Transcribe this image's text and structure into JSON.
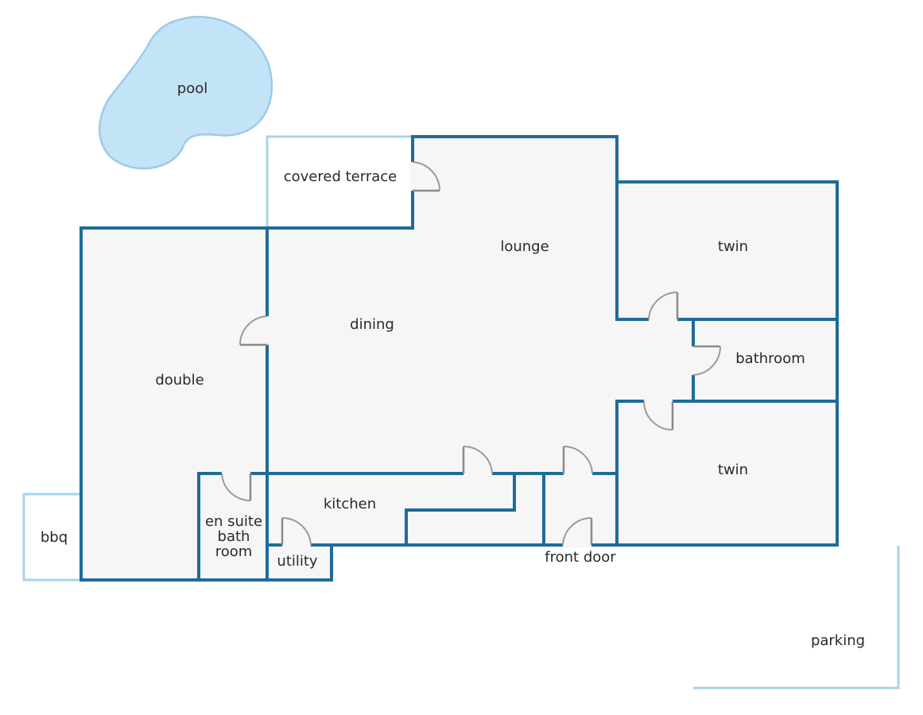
{
  "colors": {
    "wall": "#1f6b9a",
    "outdoor_outline": "#a7d3ec",
    "pool_fill": "#c3e3f7",
    "pool_stroke": "#9ccbe8",
    "floor": "#f6f6f7",
    "door": "#9a9a9a",
    "label_text": "#2a2a2a"
  },
  "rooms": {
    "pool": "pool",
    "covered_terrace": "covered terrace",
    "lounge": "lounge",
    "twin_top": "twin",
    "dining": "dining",
    "bathroom": "bathroom",
    "double": "double",
    "twin_bottom": "twin",
    "kitchen": "kitchen",
    "en_suite_line1": "en suite",
    "en_suite_line2": "bath",
    "en_suite_line3": "room",
    "bbq": "bbq",
    "utility": "utility",
    "front_door": "front door",
    "parking": "parking"
  }
}
